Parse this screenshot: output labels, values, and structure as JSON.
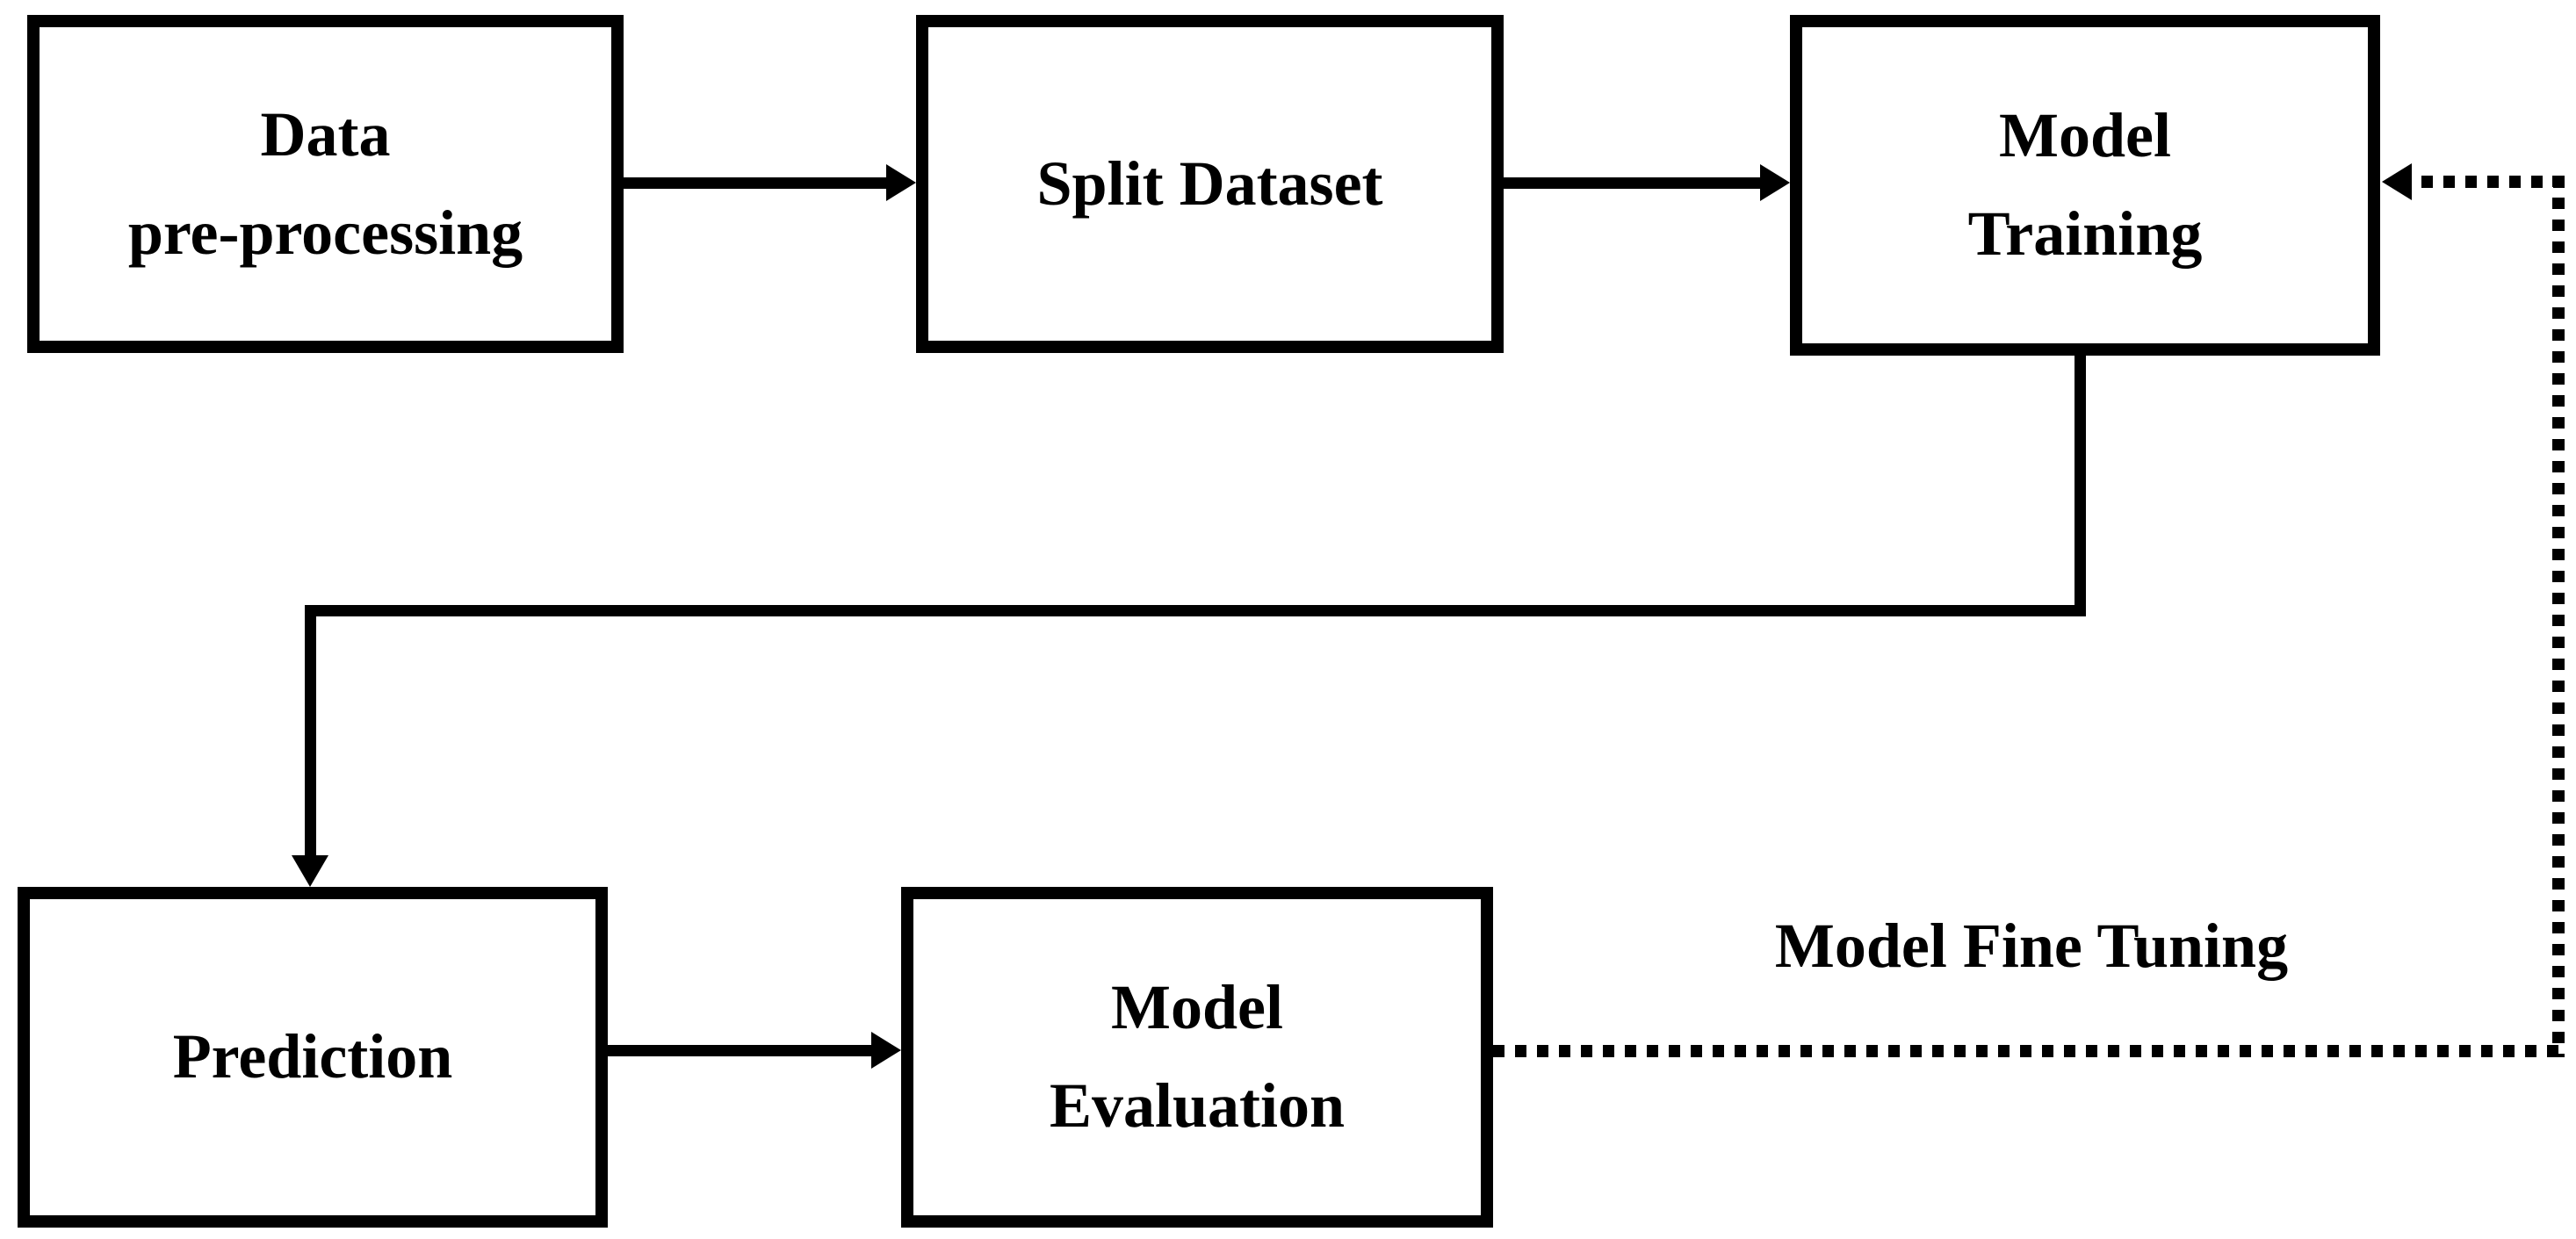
{
  "diagram": {
    "type": "flowchart",
    "boxes": {
      "data_preprocessing": {
        "label": "Data\npre-processing"
      },
      "split_dataset": {
        "label": "Split Dataset"
      },
      "model_training": {
        "label": "Model\nTraining"
      },
      "prediction": {
        "label": "Prediction"
      },
      "model_evaluation": {
        "label": "Model\nEvaluation"
      }
    },
    "edges": [
      {
        "from": "data_preprocessing",
        "to": "split_dataset",
        "style": "solid"
      },
      {
        "from": "split_dataset",
        "to": "model_training",
        "style": "solid"
      },
      {
        "from": "model_training",
        "to": "prediction",
        "style": "solid"
      },
      {
        "from": "prediction",
        "to": "model_evaluation",
        "style": "solid"
      },
      {
        "from": "model_evaluation",
        "to": "model_training",
        "style": "dotted",
        "label": "Model Fine Tuning"
      }
    ],
    "edge_labels": {
      "fine_tuning": "Model Fine Tuning"
    },
    "colors": {
      "line": "#000000",
      "background": "#ffffff",
      "text": "#000000"
    }
  }
}
